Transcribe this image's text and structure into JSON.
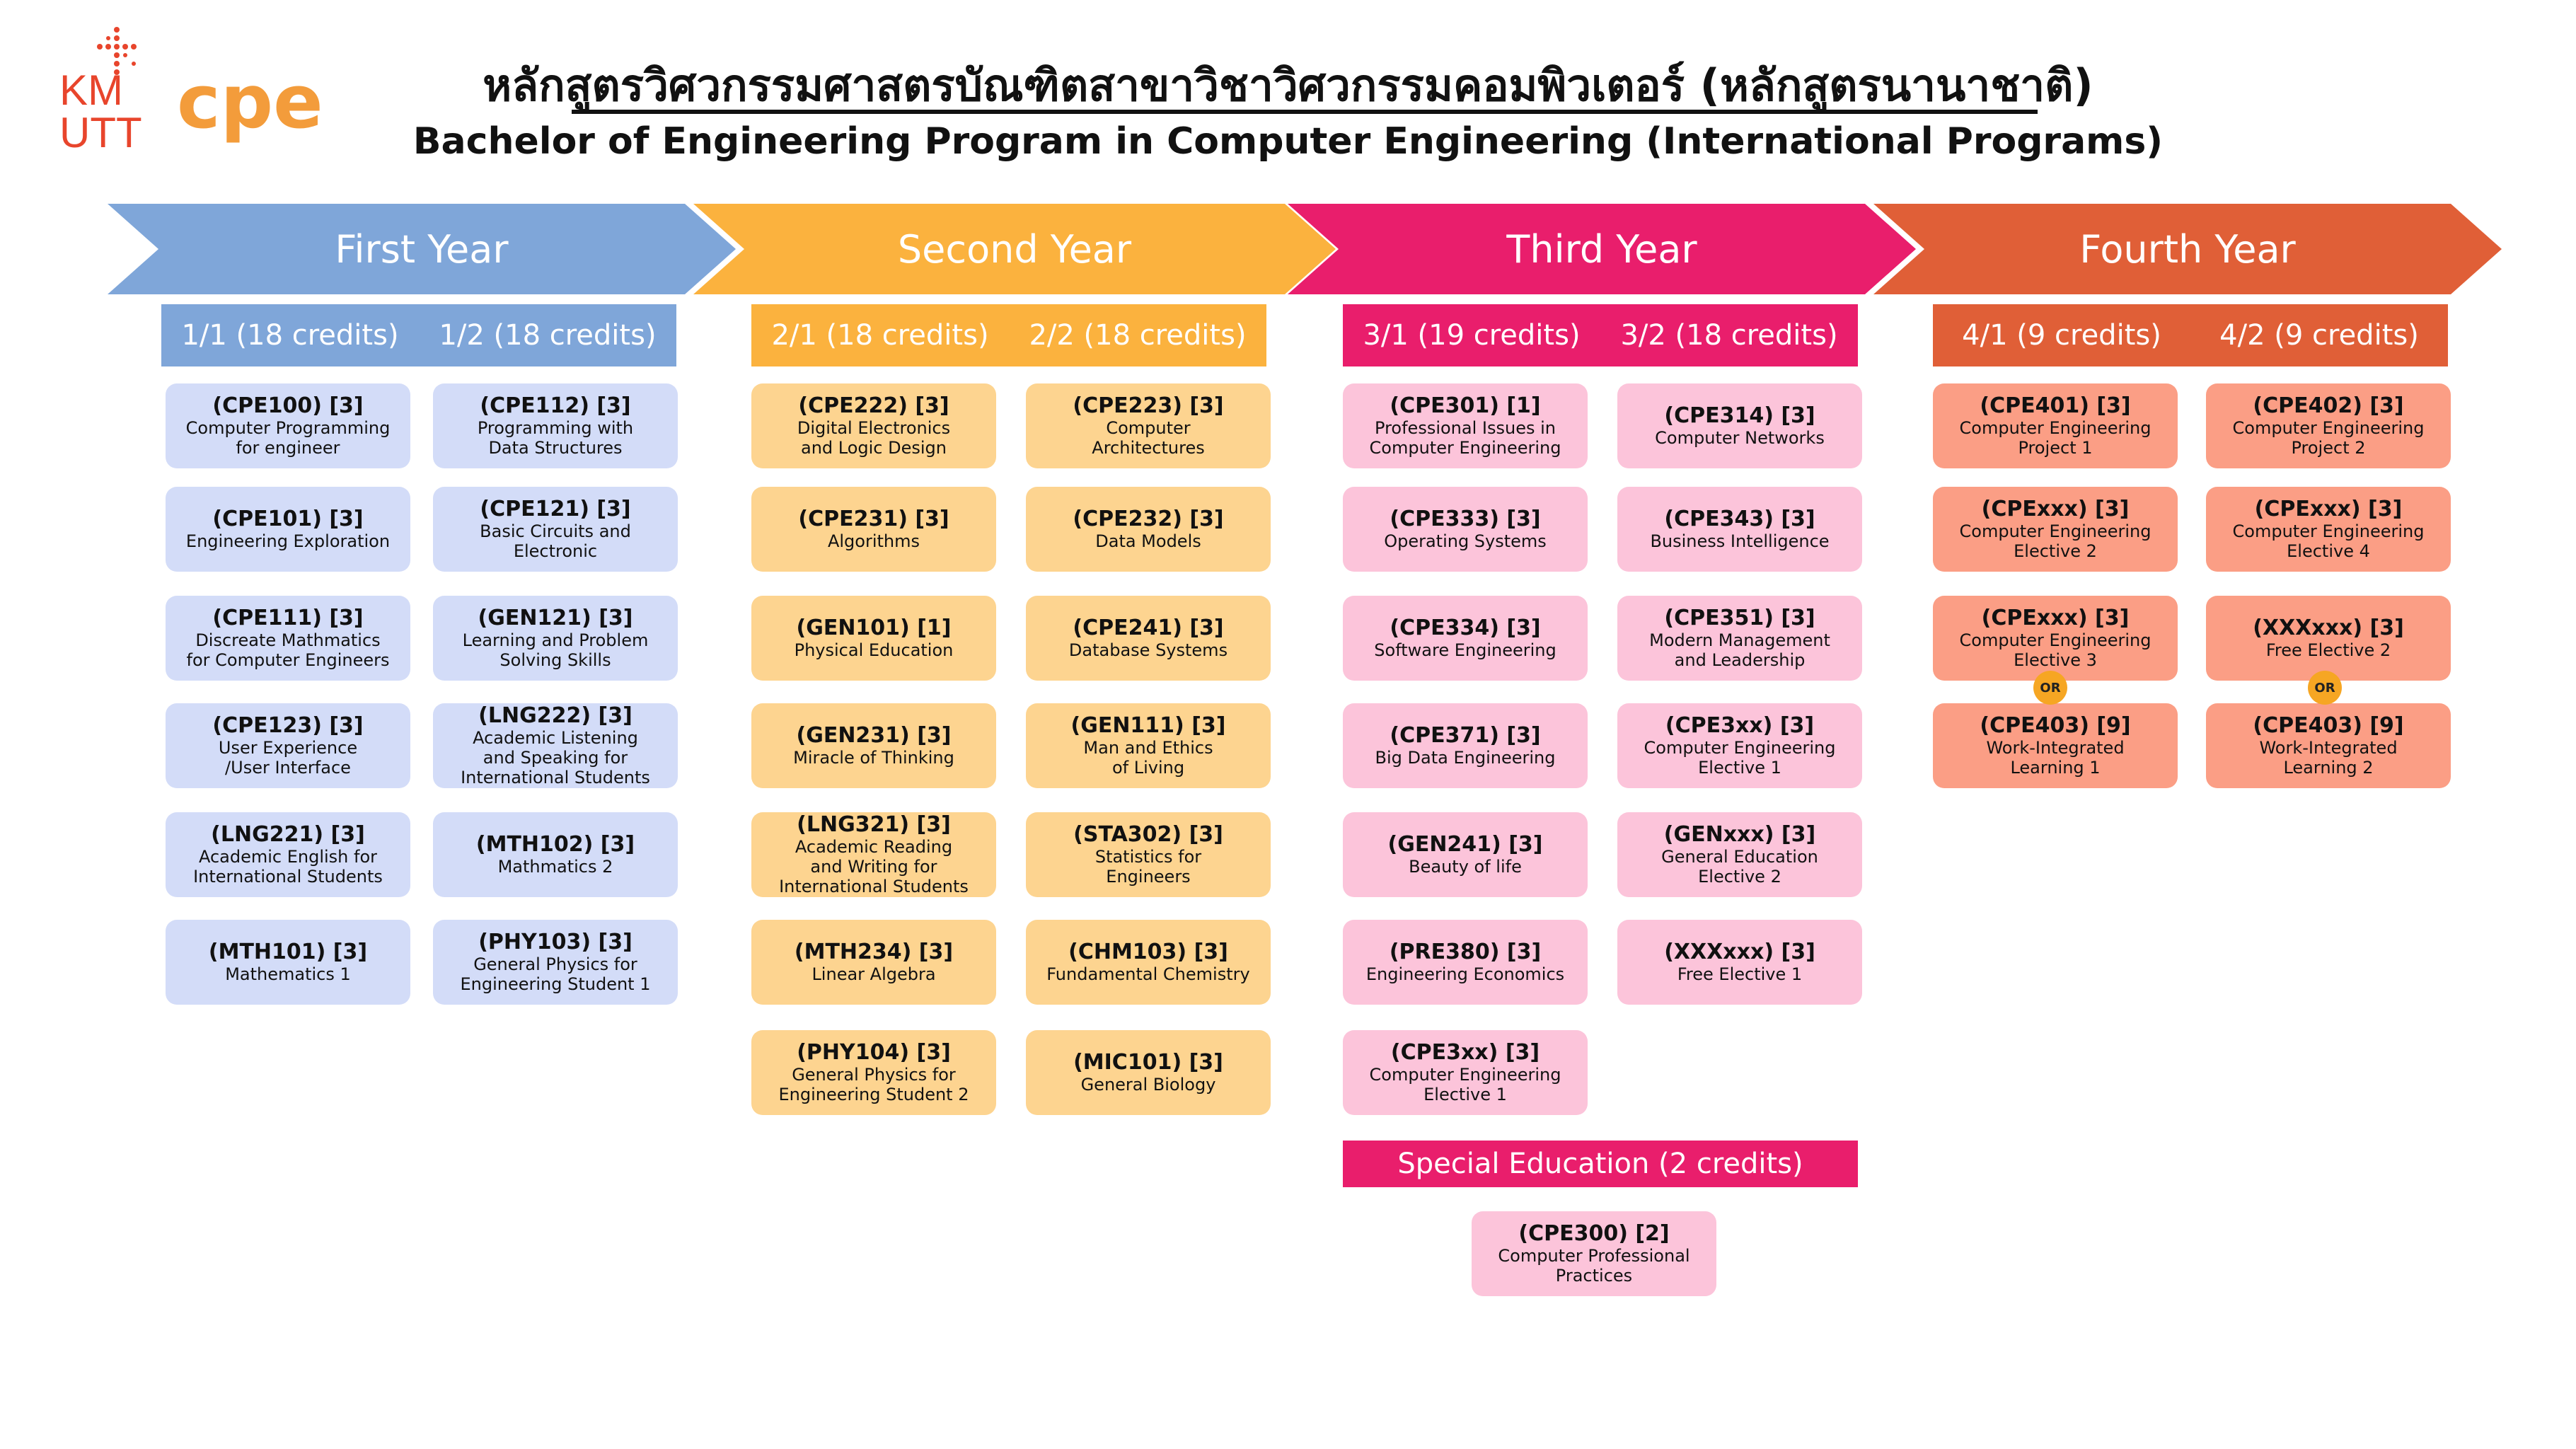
{
  "header": {
    "title_th": "หลักสูตรวิศวกรรมศาสตรบัณฑิตสาขาวิชาวิศวกรรมคอมพิวเตอร์ (หลักสูตรนานาชาติ)",
    "title_en": "Bachelor of Engineering Program in Computer Engineering (International Programs)"
  },
  "logos": {
    "kmutt_line1": "KM",
    "kmutt_line2": "UTT",
    "cpe": "cpe"
  },
  "colors": {
    "year1": "#7fa6d9",
    "year2": "#fbb23e",
    "year3": "#e91e6c",
    "year4": "#e05f37",
    "card_year1": "#d3dcf8",
    "card_year2": "#fdd490",
    "card_year3": "#fcc4da",
    "card_year4": "#fb9e85"
  },
  "years": [
    {
      "label": "First Year",
      "sem_a": "1/1 (18 credits)",
      "sem_b": "1/2 (18 credits)",
      "col_a": [
        {
          "code": "(CPE100) [3]",
          "name": "Computer Programming\nfor engineer"
        },
        {
          "code": "(CPE101) [3]",
          "name": "Engineering Exploration"
        },
        {
          "code": "(CPE111) [3]",
          "name": "Discreate Mathmatics\nfor Computer Engineers"
        },
        {
          "code": "(CPE123) [3]",
          "name": "User Experience\n/User Interface"
        },
        {
          "code": "(LNG221) [3]",
          "name": "Academic English for\nInternational Students"
        },
        {
          "code": "(MTH101) [3]",
          "name": "Mathematics 1"
        }
      ],
      "col_b": [
        {
          "code": "(CPE112) [3]",
          "name": "Programming with\nData Structures"
        },
        {
          "code": "(CPE121) [3]",
          "name": "Basic Circuits and\nElectronic"
        },
        {
          "code": "(GEN121) [3]",
          "name": "Learning and Problem\nSolving Skills"
        },
        {
          "code": "(LNG222) [3]",
          "name": "Academic Listening\nand Speaking for\nInternational Students"
        },
        {
          "code": "(MTH102) [3]",
          "name": "Mathmatics 2"
        },
        {
          "code": "(PHY103) [3]",
          "name": "General Physics for\nEngineering Student 1"
        }
      ]
    },
    {
      "label": "Second Year",
      "sem_a": "2/1 (18 credits)",
      "sem_b": "2/2 (18 credits)",
      "col_a": [
        {
          "code": "(CPE222) [3]",
          "name": "Digital Electronics\nand Logic Design"
        },
        {
          "code": "(CPE231) [3]",
          "name": "Algorithms"
        },
        {
          "code": "(GEN101) [1]",
          "name": "Physical Education"
        },
        {
          "code": "(GEN231) [3]",
          "name": "Miracle of Thinking"
        },
        {
          "code": "(LNG321) [3]",
          "name": "Academic Reading\nand Writing for\nInternational Students"
        },
        {
          "code": "(MTH234) [3]",
          "name": "Linear Algebra"
        },
        {
          "code": "(PHY104) [3]",
          "name": "General Physics for\nEngineering Student 2"
        }
      ],
      "col_b": [
        {
          "code": "(CPE223) [3]",
          "name": "Computer\nArchitectures"
        },
        {
          "code": "(CPE232) [3]",
          "name": "Data Models"
        },
        {
          "code": "(CPE241) [3]",
          "name": "Database Systems"
        },
        {
          "code": "(GEN111) [3]",
          "name": "Man and Ethics\nof Living"
        },
        {
          "code": "(STA302) [3]",
          "name": "Statistics for\nEngineers"
        },
        {
          "code": "(CHM103) [3]",
          "name": "Fundamental Chemistry"
        },
        {
          "code": "(MIC101) [3]",
          "name": "General Biology"
        }
      ]
    },
    {
      "label": "Third Year",
      "sem_a": "3/1 (19 credits)",
      "sem_b": "3/2 (18 credits)",
      "col_a": [
        {
          "code": "(CPE301) [1]",
          "name": "Professional Issues in\nComputer Engineering"
        },
        {
          "code": "(CPE333) [3]",
          "name": "Operating Systems"
        },
        {
          "code": "(CPE334) [3]",
          "name": "Software Engineering"
        },
        {
          "code": "(CPE371) [3]",
          "name": "Big Data Engineering"
        },
        {
          "code": "(GEN241) [3]",
          "name": "Beauty of life"
        },
        {
          "code": "(PRE380) [3]",
          "name": "Engineering Economics"
        },
        {
          "code": "(CPE3xx) [3]",
          "name": "Computer Engineering\nElective 1"
        }
      ],
      "col_b": [
        {
          "code": "(CPE314) [3]",
          "name": "Computer Networks"
        },
        {
          "code": "(CPE343) [3]",
          "name": "Business Intelligence"
        },
        {
          "code": "(CPE351) [3]",
          "name": "Modern Management\nand Leadership"
        },
        {
          "code": "(CPE3xx) [3]",
          "name": "Computer Engineering\nElective 1"
        },
        {
          "code": "(GENxxx) [3]",
          "name": "General Education\nElective 2"
        },
        {
          "code": "(XXXxxx) [3]",
          "name": "Free Elective 1"
        }
      ],
      "special_label": "Special  Education (2 credits)",
      "special_course": {
        "code": "(CPE300) [2]",
        "name": "Computer Professional\nPractices"
      }
    },
    {
      "label": "Fourth Year",
      "sem_a": "4/1 (9 credits)",
      "sem_b": "4/2 (9 credits)",
      "col_a": [
        {
          "code": "(CPE401) [3]",
          "name": "Computer Engineering\nProject 1"
        },
        {
          "code": "(CPExxx) [3]",
          "name": "Computer Engineering\nElective 2"
        },
        {
          "code": "(CPExxx) [3]",
          "name": "Computer Engineering\nElective 3"
        },
        {
          "code": "(CPE403) [9]",
          "name": "Work-Integrated\nLearning 1"
        }
      ],
      "col_b": [
        {
          "code": "(CPE402) [3]",
          "name": "Computer Engineering\nProject 2"
        },
        {
          "code": "(CPExxx) [3]",
          "name": "Computer Engineering\nElective 4"
        },
        {
          "code": "(XXXxxx) [3]",
          "name": "Free Elective 2"
        },
        {
          "code": "(CPE403) [9]",
          "name": "Work-Integrated\nLearning 2"
        }
      ],
      "or_label": "OR"
    }
  ]
}
